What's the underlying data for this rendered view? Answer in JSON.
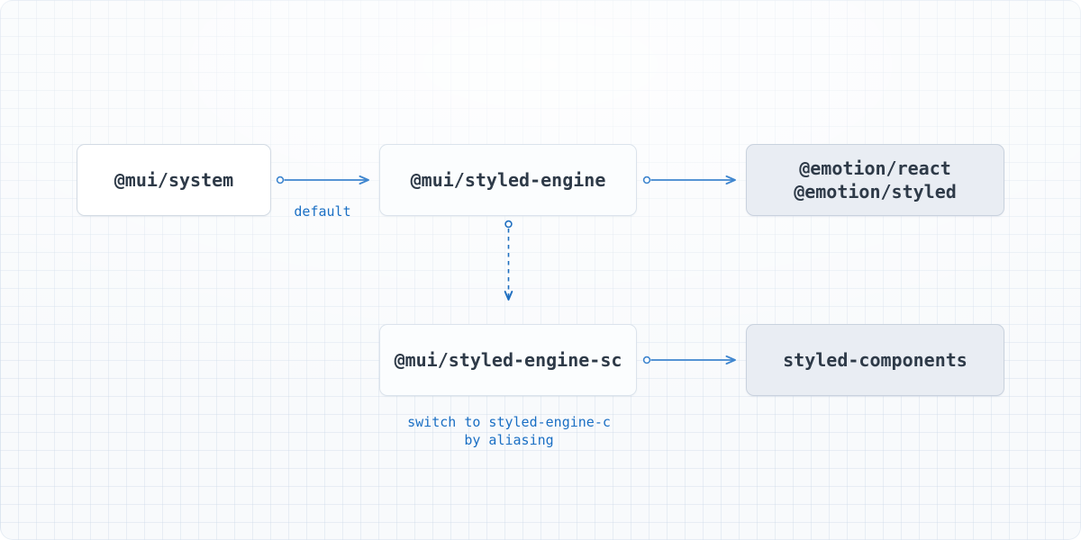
{
  "diagram": {
    "type": "flow-diagram",
    "title": "",
    "accent_color": "#1a6fc4",
    "node_text_color": "#2e3a48",
    "background_color": "#f8fafc",
    "grid": true,
    "nodes": [
      {
        "id": "system",
        "label": "@mui/system",
        "style": "light"
      },
      {
        "id": "engine",
        "label": "@mui/styled-engine",
        "style": "muted"
      },
      {
        "id": "emotion",
        "label": "@emotion/react\n@emotion/styled",
        "style": "filled"
      },
      {
        "id": "enginesc",
        "label": "@mui/styled-engine-sc",
        "style": "muted"
      },
      {
        "id": "sc",
        "label": "styled-components",
        "style": "filled"
      }
    ],
    "edges": [
      {
        "id": "system-to-engine",
        "from": "system",
        "to": "engine",
        "label": "default",
        "dashed": false
      },
      {
        "id": "engine-to-emotion",
        "from": "engine",
        "to": "emotion",
        "label": "",
        "dashed": false
      },
      {
        "id": "engine-to-enginesc",
        "from": "engine",
        "to": "enginesc",
        "label": "switch to styled-engine-c\nby aliasing",
        "dashed": true
      },
      {
        "id": "enginesc-to-sc",
        "from": "enginesc",
        "to": "sc",
        "label": "",
        "dashed": false
      }
    ],
    "edge_labels": {
      "default": "default",
      "aliasing_line1": "switch to styled-engine-c",
      "aliasing_line2": "by aliasing"
    }
  }
}
